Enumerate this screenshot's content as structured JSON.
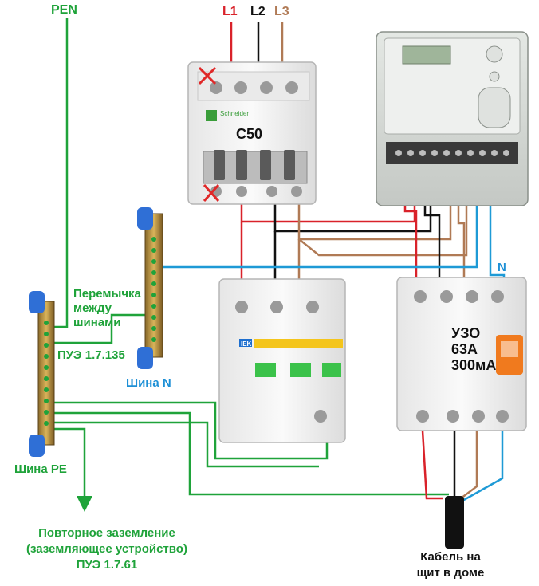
{
  "phases": {
    "l1": "L1",
    "l2": "L2",
    "l3": "L3"
  },
  "labels": {
    "pen": "PEN",
    "breaker_rating": "C50",
    "jumper_line1": "Перемычка",
    "jumper_line2": "между",
    "jumper_line3": "шинами",
    "jumper_ref": "ПУЭ 1.7.135",
    "bus_n": "Шина N",
    "bus_pe": "Шина PE",
    "n_wire": "N",
    "rcd_line1": "УЗО",
    "rcd_line2": "63А",
    "rcd_line3": "300мА",
    "ground_line1": "Повторное заземление",
    "ground_line2": "(заземляющее устройство)",
    "ground_ref": "ПУЭ 1.7.61",
    "cable_line1": "Кабель на",
    "cable_line2": "щит в доме",
    "breaker_brand": "Schneider",
    "spd_brand": "IEK"
  },
  "colors": {
    "phase1": "#d9222a",
    "phase2": "#111111",
    "phase3": "#b07a55",
    "neutral": "#1e9ad6",
    "pe": "#1fa33a",
    "device_body": "#f2f2f2",
    "meter_body": "#d8dcd8",
    "bus_terminal": "#2f6fd6",
    "spd_stripe": "#f4c51c",
    "spd_window": "#3bc24a",
    "rcd_lever": "#f07a1e"
  },
  "icons": {
    "disconnected": "red-x-icon",
    "ground_arrow": "arrow-down-icon"
  }
}
